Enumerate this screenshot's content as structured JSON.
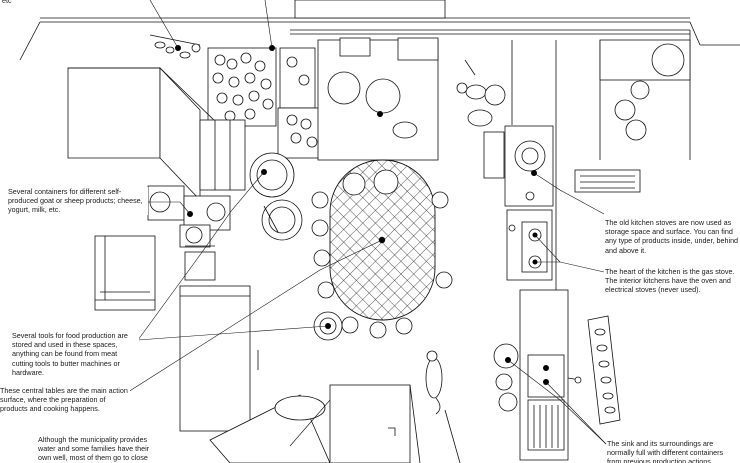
{
  "annotations": {
    "etc": "etc",
    "containers": "Several containers for different self-produced goat or sheep products; cheese, yogurt, milk, etc.",
    "tools": "Several tools for food production are stored and used in these spaces, anything can be found from meat cutting tools to butter machines or hardware.",
    "tables": "These central tables are the main action surface, where the preparation of products and cooking happens.",
    "water": "Although the municipality provides water and some families have their own well, most of them go to close",
    "stoves": "The old kitchen stoves are now used as storage space and surface. You can find any type of products inside, under, behind and above it.",
    "gas_stove": "The heart of the kitchen is the gas stove. The interior kitchens have the oven and electrical stoves (never used).",
    "sink": "The sink and its surroundings are normally full with different containers from previous production actions."
  },
  "colors": {
    "line": "#111111",
    "background": "#ffffff",
    "marker": "#000000"
  }
}
